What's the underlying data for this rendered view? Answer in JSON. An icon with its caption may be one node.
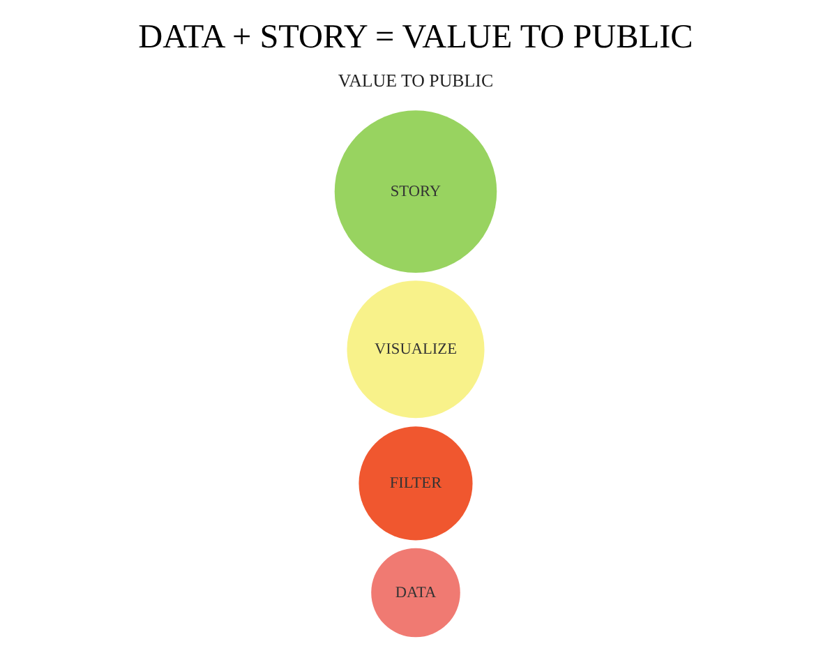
{
  "diagram": {
    "title": "DATA + STORY = VALUE TO PUBLIC",
    "nodes": [
      {
        "text": [
          "DATA"
        ]
      },
      {
        "text": [
          "FILTER"
        ]
      },
      {
        "text": [
          "VISUALIZE"
        ]
      },
      {
        "text": [
          "STORY"
        ]
      }
    ],
    "labels": [
      "VALUE TO PUBLIC"
    ]
  }
}
